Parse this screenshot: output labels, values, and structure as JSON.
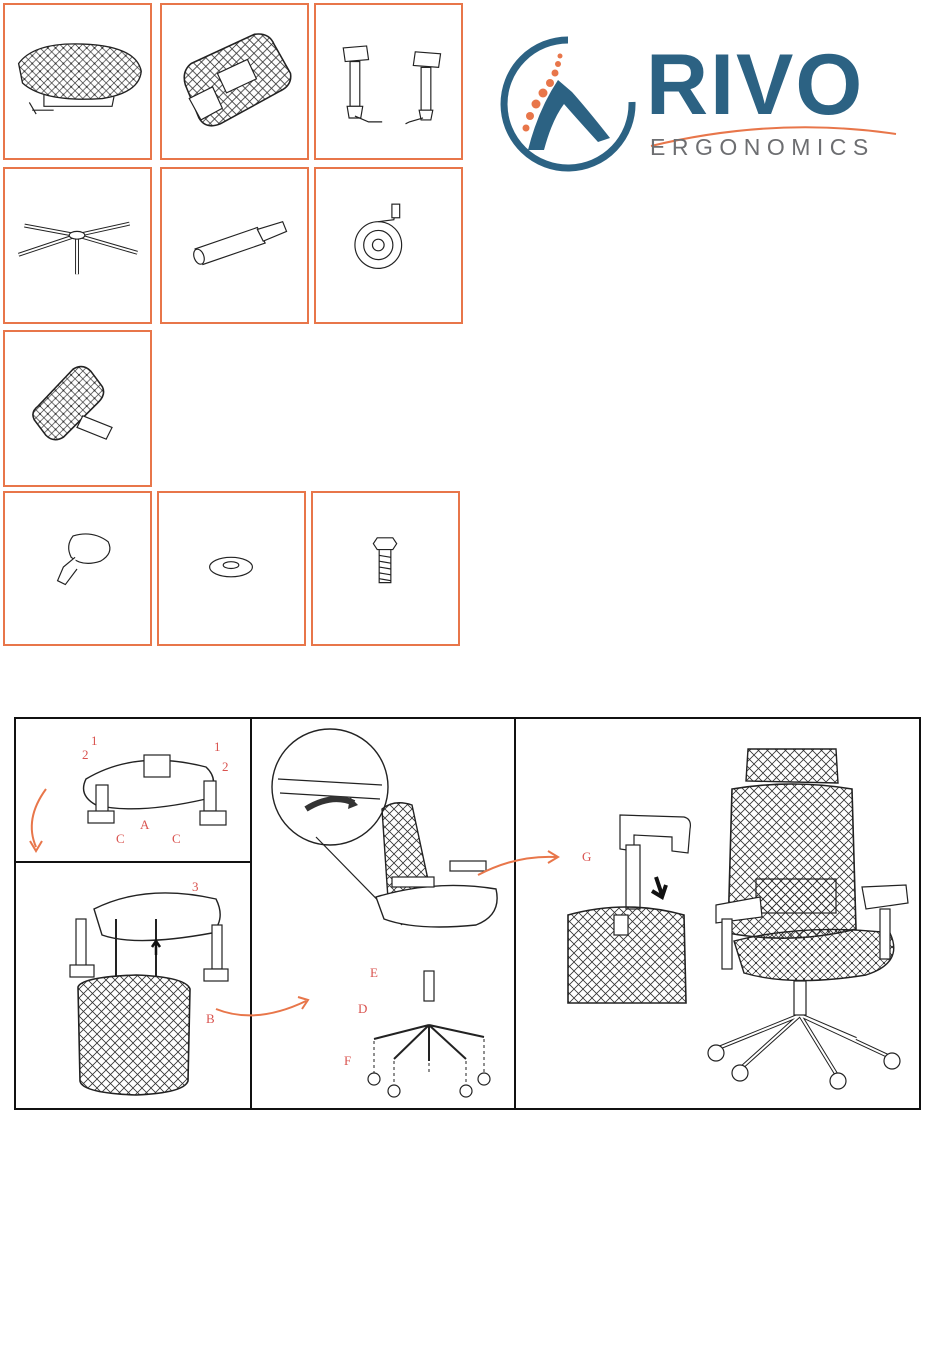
{
  "brand": {
    "name": "RIVO",
    "tagline": "ERGONOMICS",
    "colors": {
      "primary": "#2c6283",
      "accent": "#e8764a",
      "gray": "#6d6e71"
    }
  },
  "parts": [
    {
      "id": "seat",
      "icon": "seat-part-icon"
    },
    {
      "id": "backrest",
      "icon": "backrest-part-icon"
    },
    {
      "id": "armrests",
      "icon": "armrest-pair-icon"
    },
    {
      "id": "base",
      "icon": "five-star-base-icon"
    },
    {
      "id": "gas-cylinder",
      "icon": "gas-cylinder-icon"
    },
    {
      "id": "caster",
      "icon": "caster-wheel-icon"
    },
    {
      "id": "headrest",
      "icon": "headrest-part-icon"
    },
    {
      "id": "knob",
      "icon": "knob-screw-icon"
    },
    {
      "id": "washer",
      "icon": "washer-icon"
    },
    {
      "id": "bolt",
      "icon": "bolt-icon"
    }
  ],
  "steps": {
    "step1": {
      "labels": [
        "1",
        "2",
        "1",
        "2",
        "A",
        "C",
        "C"
      ]
    },
    "step2": {
      "labels": [
        "3",
        "B"
      ]
    },
    "step3": {
      "labels": [
        "E",
        "D",
        "F"
      ]
    },
    "step4": {
      "labels": [
        "G"
      ]
    }
  }
}
